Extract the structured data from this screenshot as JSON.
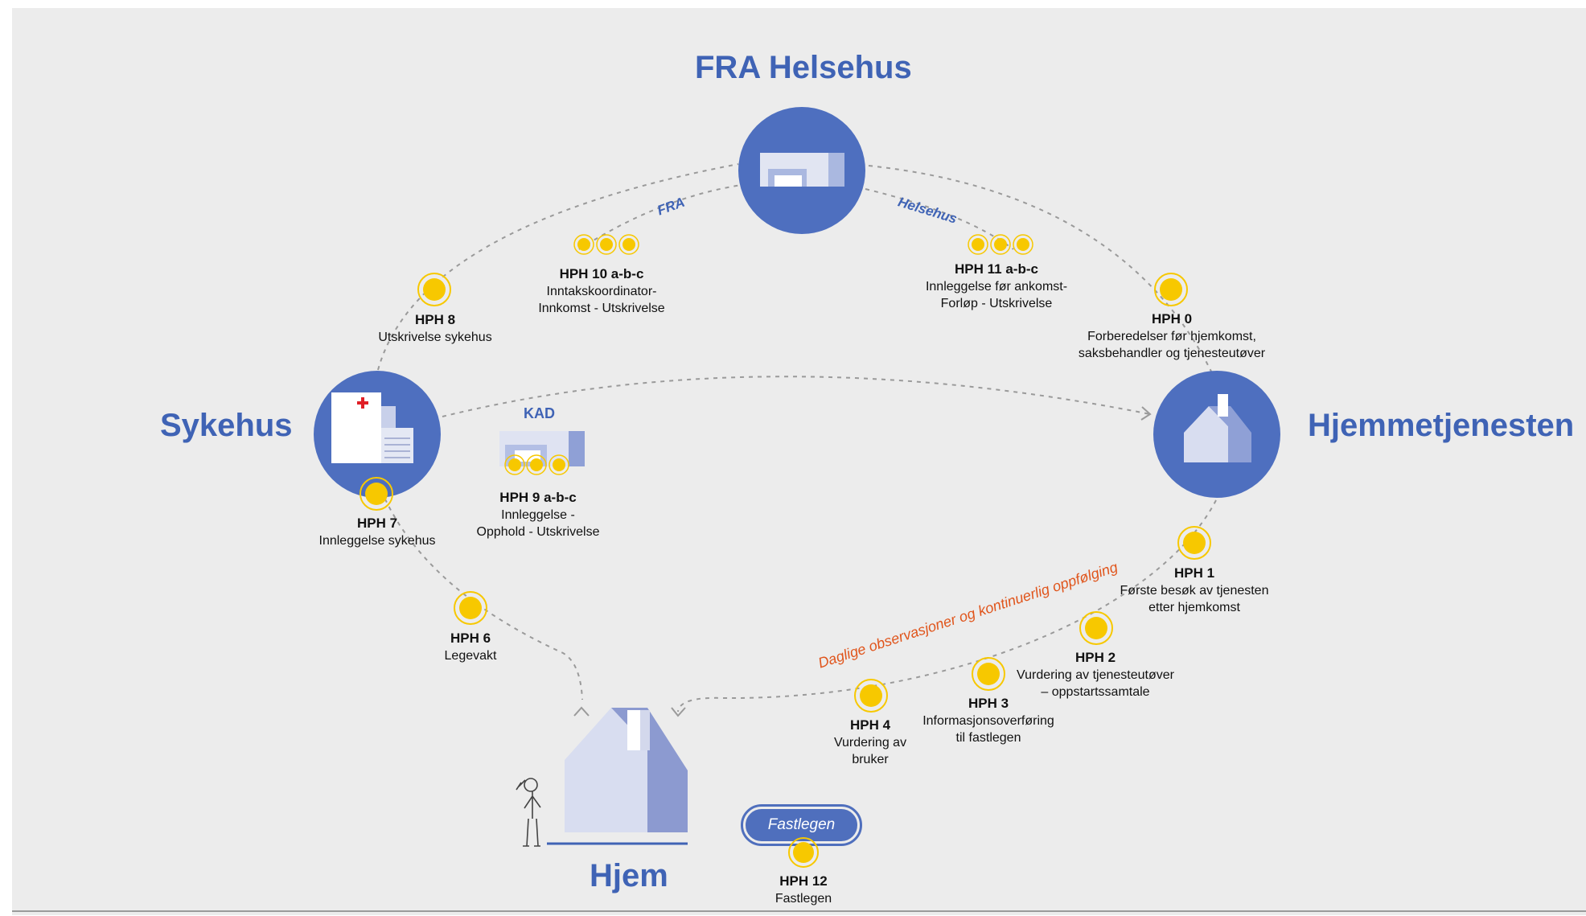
{
  "hubs": {
    "fra_helsehus": "FRA Helsehus",
    "sykehus": "Sykehus",
    "hjemmetjenesten": "Hjemmetjenesten",
    "hjem": "Hjem"
  },
  "path_labels": {
    "fra": "FRA",
    "helsehus": "Helsehus",
    "daily": "Daglige observasjoner og kontinuerlig oppfølging"
  },
  "kad": "KAD",
  "fastlegen_pill": "Fastlegen",
  "steps": {
    "hph0": {
      "code": "HPH 0",
      "line1": "Forberedelser før hjemkomst,",
      "line2": "saksbehandler og tjenesteutøver"
    },
    "hph1": {
      "code": "HPH 1",
      "line1": "Første besøk av tjenesten",
      "line2": "etter hjemkomst"
    },
    "hph2": {
      "code": "HPH 2",
      "line1": "Vurdering av tjenesteutøver",
      "line2": "– oppstartssamtale"
    },
    "hph3": {
      "code": "HPH 3",
      "line1": "Informasjonsoverføring",
      "line2": "til fastlegen"
    },
    "hph4": {
      "code": "HPH 4",
      "line1": "Vurdering av",
      "line2": "bruker"
    },
    "hph6": {
      "code": "HPH 6",
      "line1": "Legevakt"
    },
    "hph7": {
      "code": "HPH 7",
      "line1": "Innleggelse sykehus"
    },
    "hph8": {
      "code": "HPH 8",
      "line1": "Utskrivelse sykehus"
    },
    "hph9": {
      "code": "HPH 9 a-b-c",
      "line1": "Innleggelse -",
      "line2": "Opphold - Utskrivelse"
    },
    "hph10": {
      "code": "HPH 10 a-b-c",
      "line1": "Inntakskoordinator-",
      "line2": "Innkomst - Utskrivelse"
    },
    "hph11": {
      "code": "HPH 11 a-b-c",
      "line1": "Innleggelse før ankomst-",
      "line2": "Forløp - Utskrivelse"
    },
    "hph12": {
      "code": "HPH 12",
      "line1": "Fastlegen"
    }
  },
  "colors": {
    "hub_blue": "#3f63b5",
    "circle_blue": "#4e6fbf",
    "marker_yellow": "#f7c800",
    "orange_text": "#e0551c"
  },
  "icons": [
    "helsehus-building-icon",
    "hospital-icon",
    "house-icon",
    "kad-building-icon",
    "person-icon"
  ]
}
